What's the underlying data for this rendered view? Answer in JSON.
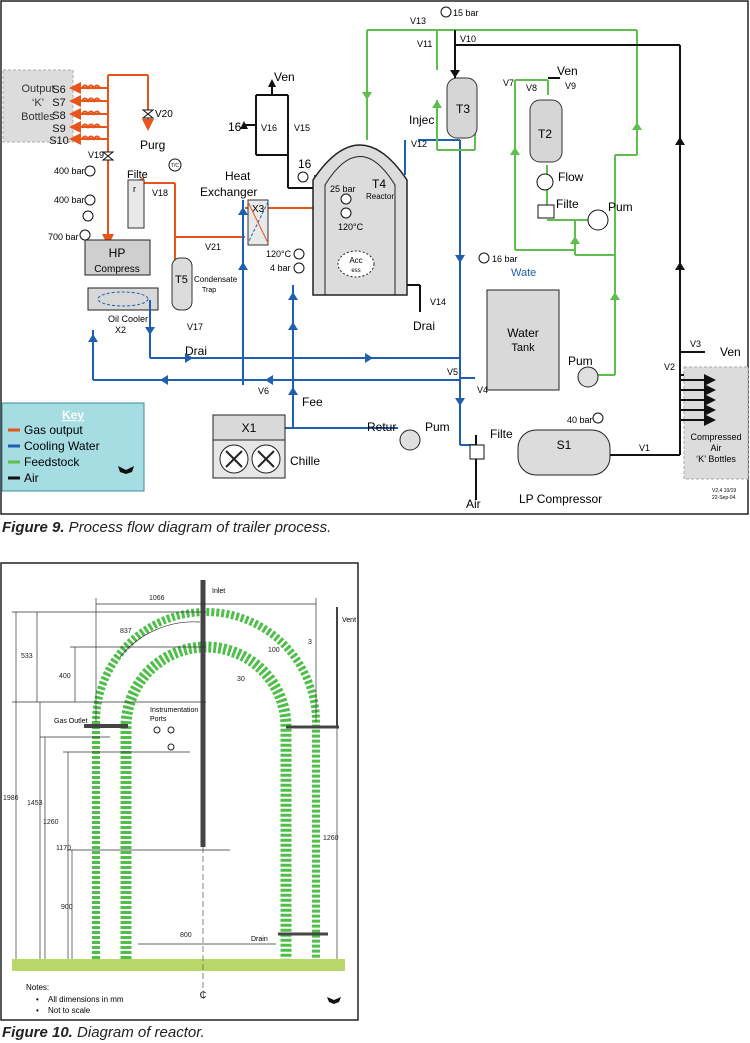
{
  "fig9": {
    "output_bottles_1": "Output",
    "output_bottles_2": "‘K’",
    "output_bottles_3": "Bottles",
    "s_labels": [
      "S6",
      "S7",
      "S8",
      "S9",
      "S10"
    ],
    "v20": "V20",
    "purge": "Purg",
    "v19": "V19",
    "p400a": "400 bar",
    "p400b": "400 bar",
    "p700": "700 bar",
    "filter_left": "Filte",
    "filter_left_r": "r",
    "v18": "V18",
    "tc": "T/C",
    "heat_1": "Heat",
    "heat_2": "Exchanger",
    "x3": "X3",
    "hp_1": "HP",
    "hp_2": "Compress",
    "t5": "T5",
    "condensate_1": "Condensate",
    "condensate_2": "Trap",
    "v21": "V21",
    "oil_1": "Oil Cooler",
    "oil_2": "X2",
    "v17": "V17",
    "drain_left": "Drai",
    "v6": "V6",
    "vent_top": "Ven",
    "v16": "V16",
    "v15": "V15",
    "sixteen_a": "16",
    "sixteen_b": "16",
    "t4": "T4",
    "reactor": "Reactor",
    "p25": "25 bar",
    "t120a": "120°C",
    "t120b": "120°C",
    "p4": "4 bar",
    "acc_1": "Acc",
    "acc_2": "ess",
    "v14": "V14",
    "drain_reactor": "Drai",
    "feed": "Fee",
    "inject": "Injec",
    "v12": "V12",
    "v13": "V13",
    "p15": "15 bar",
    "v11": "V11",
    "v10": "V10",
    "t3": "T3",
    "vent_t2": "Ven",
    "v7": "V7",
    "v8": "V8",
    "v9": "V9",
    "t2": "T2",
    "flow": "Flow",
    "filter_right": "Filte",
    "pump_right": "Pum",
    "p16": "16 bar",
    "water_label": "Wate",
    "water_tank_1": "Water",
    "water_tank_2": "Tank",
    "pump_tank": "Pum",
    "v5": "V5",
    "v4": "V4",
    "v3": "V3",
    "vent_right": "Ven",
    "v2": "V2",
    "compressed_1": "Compressed",
    "compressed_2": "Air",
    "compressed_3": "‘K’ Bottles",
    "x1": "X1",
    "chiller": "Chille",
    "return": "Retur",
    "pump_bottom": "Pum",
    "filter_bottom": "Filte",
    "s1": "S1",
    "p40": "40 bar",
    "v1": "V1",
    "air": "Air",
    "lp": "LP Compressor",
    "version_1": "V2.4 10/19",
    "version_2": "22-Sep-04",
    "key_title": "Key",
    "key_items": [
      "Gas output",
      "Cooling Water",
      "Feedstock",
      "Air"
    ],
    "colors": {
      "gas": "#e8551c",
      "cooling": "#1f5fb0",
      "feed": "#5fbf4e",
      "air": "#111111",
      "key_bg": "#a5dde2"
    },
    "caption_bold": "Figure 9.",
    "caption_text": " Process flow diagram of trailer process."
  },
  "fig10": {
    "dim_1066": "1066",
    "inlet": "Inlet",
    "vent": "Vent",
    "dim_837": "837",
    "dim_3": "3",
    "dim_533": "533",
    "dim_100": "100",
    "dim_400": "400",
    "dim_30": "30",
    "instrumentation_1": "Instrumentation",
    "instrumentation_2": "Ports",
    "gas_outlet": "Gas Outlet",
    "dim_1986": "1986",
    "dim_1453": "1453",
    "dim_1260a": "1260",
    "dim_1260b": "1260",
    "dim_1170": "1170",
    "dim_900": "900",
    "dim_800": "800",
    "drain": "Drain",
    "cl": "₵",
    "notes_title": "Notes:",
    "notes": [
      "All dimensions in mm",
      "Not to scale"
    ],
    "colors": {
      "wall": "#4fbf4a",
      "ground": "#b8d96a"
    },
    "caption_bold": "Figure 10.",
    "caption_text": " Diagram of reactor."
  }
}
